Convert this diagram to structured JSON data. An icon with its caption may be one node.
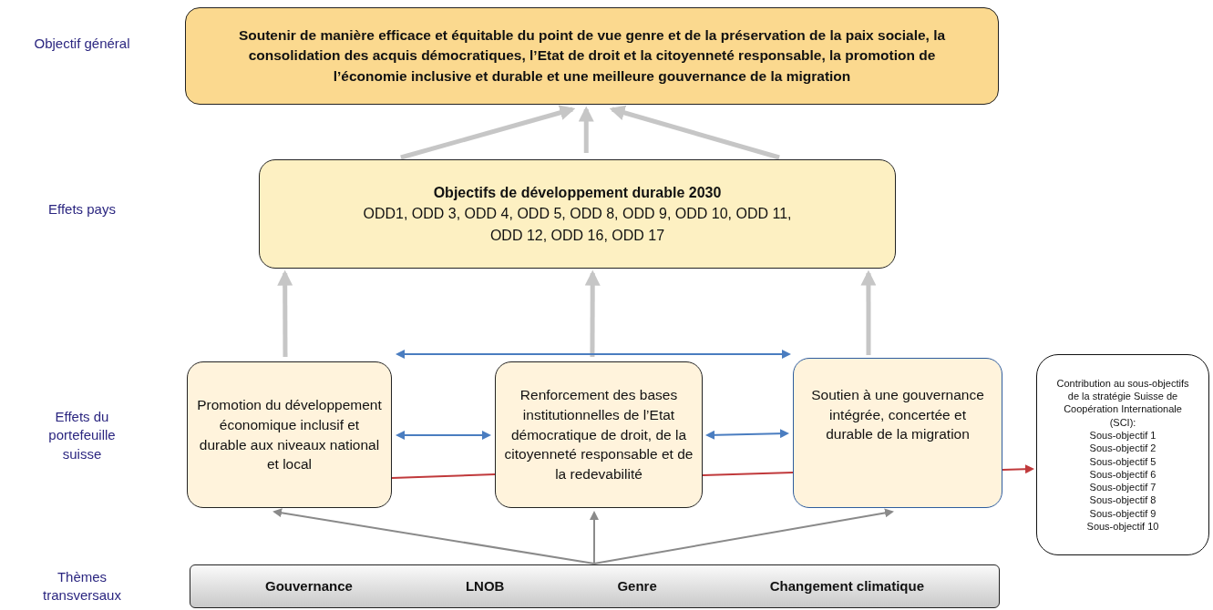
{
  "diagram": {
    "nodes": [
      {
        "text": [
          "Soutenir de manière efficace et équitable du point de vue genre et de la préservation de la paix sociale, la consolidation des acquis démocratiques, l’Etat de droit et la citoyenneté responsable, la promotion de l’économie inclusive et durable et une meilleure gouvernance de la migration"
        ]
      },
      {
        "text": [
          "Objectifs de développement durable 2030",
          "ODD1, ODD 3, ODD 4, ODD 5, ODD 8, ODD 9, ODD 10, ODD 11, ODD 12, ODD 16, ODD 17"
        ]
      },
      {
        "text": [
          "Promotion du développement économique inclusif et durable aux niveaux national et local"
        ]
      },
      {
        "text": [
          "Renforcement des bases institutionnelles de l’Etat démocratique de droit, de la citoyenneté responsable et de la redevabilité"
        ]
      },
      {
        "text": [
          "Soutien à une gouvernance intégrée, concertée et durable de la migration"
        ]
      },
      {
        "text": [
          "Contribution au sous-objectifs de la stratégie Suisse de Coopération Internationale (SCI):",
          "Sous-objectif 1",
          "Sous-objectif 2",
          "Sous-objectif 5",
          "Sous-objectif 6",
          "Sous-objectif 7",
          "Sous-objectif 8",
          "Sous-objectif 9",
          "Sous-objectif 10"
        ]
      },
      {
        "text": [
          "Gouvernance",
          "LNOB",
          "Genre",
          "Changement climatique"
        ]
      }
    ],
    "edges": [
      {
        "from": 1,
        "to": 0,
        "arrow": "to",
        "style": "thick"
      },
      {
        "from": 1,
        "to": 0,
        "arrow": "to",
        "style": "thick"
      },
      {
        "from": 1,
        "to": 0,
        "arrow": "to",
        "style": "thick"
      },
      {
        "from": 2,
        "to": 1,
        "arrow": "to",
        "style": "thick"
      },
      {
        "from": 3,
        "to": 1,
        "arrow": "to",
        "style": "thick"
      },
      {
        "from": 4,
        "to": 1,
        "arrow": "to",
        "style": "thick"
      },
      {
        "from": 2,
        "to": 4,
        "arrow": "both",
        "color": "#4a7dc0"
      },
      {
        "from": 2,
        "to": 3,
        "arrow": "both",
        "color": "#4a7dc0"
      },
      {
        "from": 3,
        "to": 4,
        "arrow": "both",
        "color": "#4a7dc0"
      },
      {
        "from": 2,
        "to": 3,
        "arrow": "none",
        "color": "#c0393b"
      },
      {
        "from": 3,
        "to": 4,
        "arrow": "none",
        "color": "#c0393b"
      },
      {
        "from": 4,
        "to": 5,
        "arrow": "to",
        "color": "#c0393b"
      },
      {
        "from": 6,
        "to": 2,
        "arrow": "to",
        "color": "#8a8a8a"
      },
      {
        "from": 6,
        "to": 3,
        "arrow": "to",
        "color": "#8a8a8a"
      },
      {
        "from": 6,
        "to": 4,
        "arrow": "to",
        "color": "#8a8a8a"
      }
    ],
    "labels": [
      "Objectif général",
      "Effets pays",
      "Effets du portefeuille suisse",
      "Thèmes transversaux"
    ]
  }
}
